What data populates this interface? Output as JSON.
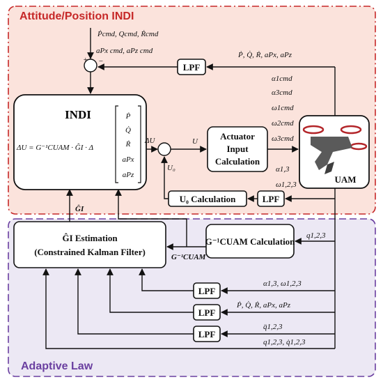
{
  "regions": {
    "top_title": "Attitude/Position INDI",
    "top_color": "#c62828",
    "bottom_title": "Adaptive Law",
    "bottom_color": "#6a3fa0",
    "top_fill": "#fbe3dc",
    "bottom_fill": "#ece8f4"
  },
  "inputs": {
    "cmd": "Ṗcmd, Qcmd, Ṙcmd",
    "acc_cmd": "aPx cmd, aPz cmd",
    "feedback_top": "Ṗ, Q̇, Ṙ, aPx, aPz"
  },
  "blocks": {
    "indi_title": "INDI",
    "indi_eq_lhs": "ΔU = G⁻¹CUAM · ĜI · Δ",
    "indi_vec": [
      "Ṗ",
      "Q̇",
      "Ṙ",
      "aPx",
      "aPz"
    ],
    "actuator": [
      "Actuator",
      "Input",
      "Calculation"
    ],
    "uam": "UAM",
    "u0_calc": "U₀ Calculation",
    "lpf": "LPF",
    "gi_est": [
      "ĜI Estimation",
      "(Constrained Kalman Filter)"
    ],
    "ginv_calc": "G⁻¹CUAM Calculation"
  },
  "signals": {
    "du": "ΔU",
    "u": "U",
    "u0": "U₀",
    "gi_hat": "ĜI",
    "ginv": "G⁻¹CUAM",
    "cmd_list": [
      "α1cmd",
      "α3cmd",
      "ω1cmd",
      "ω2cmd",
      "ω3cmd"
    ],
    "alpha13": "α1,3",
    "omega123": "ω1,2,3",
    "q123": "q1,2,3",
    "alpha_omega": "α1,3, ω1,2,3",
    "rates_acc": "Ṗ, Q̇, Ṙ, aPx, aPz",
    "qddot": "q̈1,2,3",
    "q_qdot": "q1,2,3, q̇1,2,3"
  },
  "symbols": {
    "sum_plus": "+",
    "sum_minus": "−"
  }
}
